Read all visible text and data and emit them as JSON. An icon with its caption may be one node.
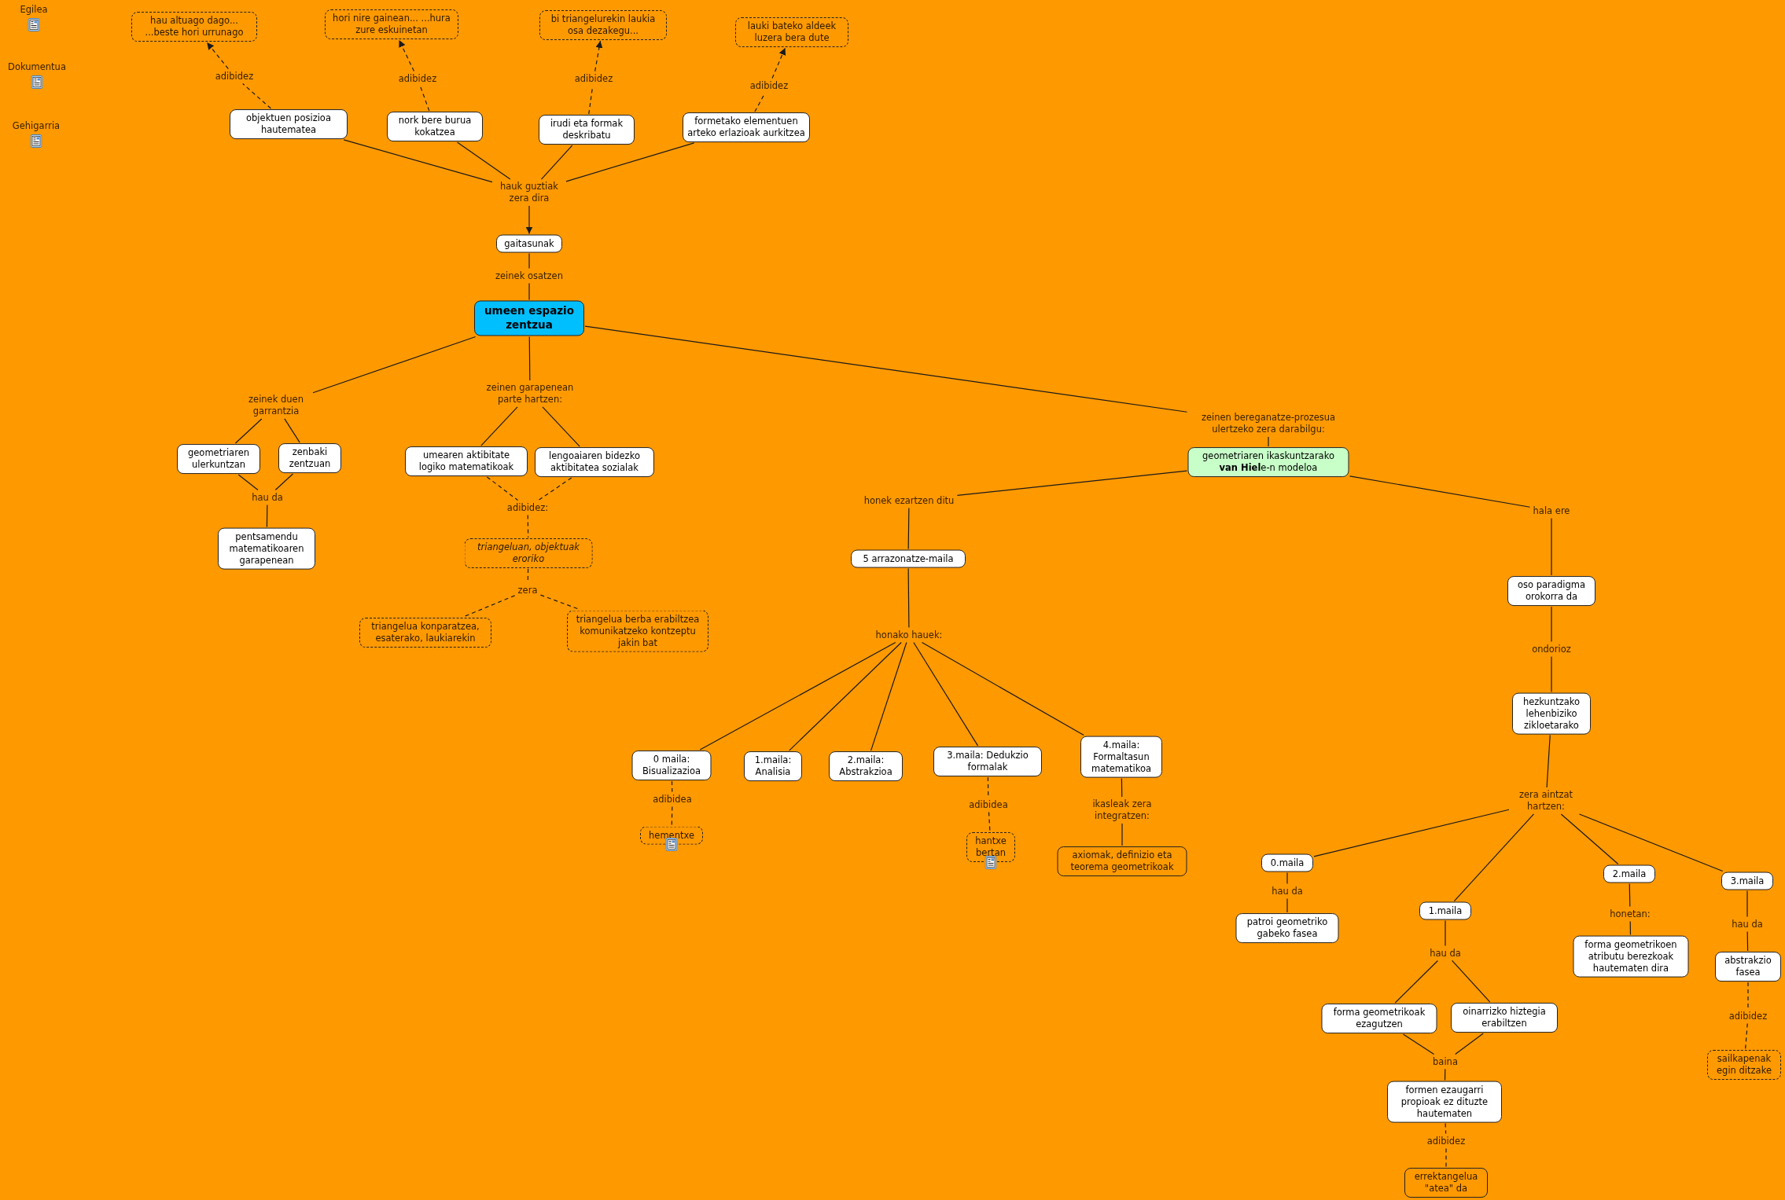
{
  "diagram": {
    "nodes": [
      {
        "text": [
          "hau altuago dago... ...beste hori urrunago"
        ]
      },
      {
        "text": [
          "hori nire gainean... ...hura zure eskuinetan"
        ]
      },
      {
        "text": [
          "bi triangelurekin laukia osa dezakegu..."
        ]
      },
      {
        "text": [
          "lauki bateko aldeek luzera bera dute"
        ]
      },
      {
        "text": [
          "adibidez"
        ]
      },
      {
        "text": [
          "adibidez"
        ]
      },
      {
        "text": [
          "adibidez"
        ]
      },
      {
        "text": [
          "adibidez"
        ]
      },
      {
        "text": [
          "objektuen posizioa hautematea"
        ]
      },
      {
        "text": [
          "nork bere burua kokatzea"
        ]
      },
      {
        "text": [
          "irudi eta formak deskribatu"
        ]
      },
      {
        "text": [
          "formetako elementuen arteko erlazioak aurkitzea"
        ]
      },
      {
        "text": [
          "hauk guztiak zera dira"
        ]
      },
      {
        "text": [
          "gaitasunak"
        ]
      },
      {
        "text": [
          "zeinek osatzen"
        ]
      },
      {
        "text": [
          "umeen espazio zentzua"
        ]
      },
      {
        "text": [
          "zeinek duen garrantzia"
        ]
      },
      {
        "text": [
          "zeinen garapenean parte hartzen:"
        ]
      },
      {
        "text": [
          "zeinen bereganatze-prozesua ulertzeko zera darabilgu:"
        ]
      },
      {
        "text": [
          "geometriaren ulerkuntzan"
        ]
      },
      {
        "text": [
          "zenbaki zentzuan"
        ]
      },
      {
        "text": [
          "umearen aktibitate logiko matematikoak"
        ]
      },
      {
        "text": [
          "lengoaiaren bidezko aktibitatea sozialak"
        ]
      },
      {
        "text": [
          "geometriaren ikaskuntzarako **van Hiel**e-n modeloa"
        ]
      },
      {
        "text": [
          "hau da"
        ]
      },
      {
        "text": [
          "adibidez:"
        ]
      },
      {
        "text": [
          "honek ezartzen ditu"
        ]
      },
      {
        "text": [
          "hala ere"
        ]
      },
      {
        "text": [
          "pentsamendu matematikoaren garapenean"
        ]
      },
      {
        "text": [
          "triangeluan, objektuak eroriko"
        ]
      },
      {
        "text": [
          "5 arrazonatze-maila"
        ]
      },
      {
        "text": [
          "zera"
        ]
      },
      {
        "text": [
          "oso paradigma orokorra da"
        ]
      },
      {
        "text": [
          "triangelua konparatzea, esaterako, laukiarekin"
        ]
      },
      {
        "text": [
          "triangelua berba erabiltzea komunikatzeko kontzeptu jakin bat"
        ]
      },
      {
        "text": [
          "ondorioz"
        ]
      },
      {
        "text": [
          "honako hauek:"
        ]
      },
      {
        "text": [
          "hezkuntzako lehenbiziko zikloetarako"
        ]
      },
      {
        "text": [
          "0 maila: Bisualizazioa"
        ]
      },
      {
        "text": [
          "1.maila: Analisia"
        ]
      },
      {
        "text": [
          "2.maila: Abstrakzioa"
        ]
      },
      {
        "text": [
          "3.maila: Dedukzio formalak"
        ]
      },
      {
        "text": [
          "4.maila: Formaltasun matematikoa"
        ]
      },
      {
        "text": [
          "adibidea"
        ]
      },
      {
        "text": [
          "adibidea"
        ]
      },
      {
        "text": [
          "ikasleak zera integratzen:"
        ]
      },
      {
        "text": [
          "hementxe"
        ]
      },
      {
        "text": [
          "hantxe bertan"
        ]
      },
      {
        "text": [
          "axiomak, definizio eta teorema geometrikoak"
        ]
      },
      {
        "text": [
          "zera aintzat hartzen:"
        ]
      },
      {
        "text": [
          "0.maila"
        ]
      },
      {
        "text": [
          "2.maila"
        ]
      },
      {
        "text": [
          "3.maila"
        ]
      },
      {
        "text": [
          "hau da"
        ]
      },
      {
        "text": [
          "1.maila"
        ]
      },
      {
        "text": [
          "honetan:"
        ]
      },
      {
        "text": [
          "hau da"
        ]
      },
      {
        "text": [
          "patroi geometriko gabeko fasea"
        ]
      },
      {
        "text": [
          "abstrakzio fasea"
        ]
      },
      {
        "text": [
          "forma geometrikoen atributu berezkoak hautematen dira"
        ]
      },
      {
        "text": [
          "hau da"
        ]
      },
      {
        "text": [
          "forma geometrikoak ezagutzen"
        ]
      },
      {
        "text": [
          "oinarrizko hiztegia erabiltzen"
        ]
      },
      {
        "text": [
          "adibidez"
        ]
      },
      {
        "text": [
          "baina"
        ]
      },
      {
        "text": [
          "sailkapenak egin ditzake"
        ]
      },
      {
        "text": [
          "formen ezaugarri propioak ez dituzte hautematen"
        ]
      },
      {
        "text": [
          "adibidez"
        ]
      },
      {
        "text": [
          "errektangelua \"atea\" da"
        ]
      }
    ],
    "edges": [
      {
        "from": 8,
        "to": 4,
        "arrow": "none",
        "style": "dashed"
      },
      {
        "from": 4,
        "to": 0,
        "arrow": "to",
        "style": "dashed"
      },
      {
        "from": 9,
        "to": 5,
        "arrow": "none",
        "style": "dashed"
      },
      {
        "from": 5,
        "to": 1,
        "arrow": "to",
        "style": "dashed"
      },
      {
        "from": 10,
        "to": 6,
        "arrow": "none",
        "style": "dashed"
      },
      {
        "from": 6,
        "to": 2,
        "arrow": "to",
        "style": "dashed"
      },
      {
        "from": 11,
        "to": 7,
        "arrow": "none",
        "style": "dashed"
      },
      {
        "from": 7,
        "to": 3,
        "arrow": "to",
        "style": "dashed"
      },
      {
        "from": 8,
        "to": 12,
        "arrow": "none"
      },
      {
        "from": 9,
        "to": 12,
        "arrow": "none"
      },
      {
        "from": 10,
        "to": 12,
        "arrow": "none"
      },
      {
        "from": 11,
        "to": 12,
        "arrow": "none"
      },
      {
        "from": 12,
        "to": 13,
        "arrow": "to"
      },
      {
        "from": 13,
        "to": 14,
        "arrow": "none"
      },
      {
        "from": 14,
        "to": 15,
        "arrow": "none"
      },
      {
        "from": 15,
        "to": 16,
        "arrow": "none"
      },
      {
        "from": 16,
        "to": 19,
        "arrow": "none"
      },
      {
        "from": 16,
        "to": 20,
        "arrow": "none"
      },
      {
        "from": 19,
        "to": 24,
        "arrow": "none"
      },
      {
        "from": 20,
        "to": 24,
        "arrow": "none"
      },
      {
        "from": 24,
        "to": 28,
        "arrow": "none"
      },
      {
        "from": 15,
        "to": 17,
        "arrow": "none"
      },
      {
        "from": 17,
        "to": 21,
        "arrow": "none"
      },
      {
        "from": 17,
        "to": 22,
        "arrow": "none"
      },
      {
        "from": 21,
        "to": 25,
        "arrow": "none",
        "style": "dashed"
      },
      {
        "from": 22,
        "to": 25,
        "arrow": "none",
        "style": "dashed"
      },
      {
        "from": 25,
        "to": 29,
        "arrow": "none",
        "style": "dashed"
      },
      {
        "from": 29,
        "to": 31,
        "arrow": "none",
        "style": "dashed"
      },
      {
        "from": 31,
        "to": 33,
        "arrow": "none",
        "style": "dashed"
      },
      {
        "from": 31,
        "to": 34,
        "arrow": "none",
        "style": "dashed"
      },
      {
        "from": 15,
        "to": 18,
        "arrow": "none"
      },
      {
        "from": 18,
        "to": 23,
        "arrow": "none"
      },
      {
        "from": 23,
        "to": 26,
        "arrow": "none"
      },
      {
        "from": 26,
        "to": 30,
        "arrow": "none"
      },
      {
        "from": 30,
        "to": 36,
        "arrow": "none"
      },
      {
        "from": 36,
        "to": 38,
        "arrow": "none"
      },
      {
        "from": 36,
        "to": 39,
        "arrow": "none"
      },
      {
        "from": 36,
        "to": 40,
        "arrow": "none"
      },
      {
        "from": 36,
        "to": 41,
        "arrow": "none"
      },
      {
        "from": 36,
        "to": 42,
        "arrow": "none"
      },
      {
        "from": 38,
        "to": 43,
        "arrow": "none",
        "style": "dashed"
      },
      {
        "from": 43,
        "to": 46,
        "arrow": "none",
        "style": "dashed"
      },
      {
        "from": 41,
        "to": 44,
        "arrow": "none",
        "style": "dashed"
      },
      {
        "from": 44,
        "to": 47,
        "arrow": "none",
        "style": "dashed"
      },
      {
        "from": 42,
        "to": 45,
        "arrow": "none"
      },
      {
        "from": 45,
        "to": 48,
        "arrow": "none"
      },
      {
        "from": 23,
        "to": 27,
        "arrow": "none"
      },
      {
        "from": 27,
        "to": 32,
        "arrow": "none"
      },
      {
        "from": 32,
        "to": 35,
        "arrow": "none"
      },
      {
        "from": 35,
        "to": 37,
        "arrow": "none"
      },
      {
        "from": 37,
        "to": 49,
        "arrow": "none"
      },
      {
        "from": 49,
        "to": 50,
        "arrow": "none"
      },
      {
        "from": 49,
        "to": 54,
        "arrow": "none"
      },
      {
        "from": 49,
        "to": 51,
        "arrow": "none"
      },
      {
        "from": 49,
        "to": 52,
        "arrow": "none"
      },
      {
        "from": 50,
        "to": 53,
        "arrow": "none"
      },
      {
        "from": 53,
        "to": 57,
        "arrow": "none"
      },
      {
        "from": 54,
        "to": 60,
        "arrow": "none"
      },
      {
        "from": 60,
        "to": 61,
        "arrow": "none"
      },
      {
        "from": 60,
        "to": 62,
        "arrow": "none"
      },
      {
        "from": 61,
        "to": 64,
        "arrow": "none"
      },
      {
        "from": 62,
        "to": 64,
        "arrow": "none"
      },
      {
        "from": 64,
        "to": 66,
        "arrow": "none"
      },
      {
        "from": 66,
        "to": 67,
        "arrow": "none",
        "style": "dashed"
      },
      {
        "from": 67,
        "to": 68,
        "arrow": "none",
        "style": "dashed"
      },
      {
        "from": 51,
        "to": 55,
        "arrow": "none"
      },
      {
        "from": 55,
        "to": 59,
        "arrow": "none"
      },
      {
        "from": 52,
        "to": 56,
        "arrow": "none"
      },
      {
        "from": 56,
        "to": 58,
        "arrow": "none"
      },
      {
        "from": 58,
        "to": 63,
        "arrow": "none",
        "style": "dashed"
      },
      {
        "from": 63,
        "to": 65,
        "arrow": "none",
        "style": "dashed"
      }
    ],
    "labels": [
      "Egilea",
      "Dokumentua",
      "Gehigarria"
    ]
  }
}
